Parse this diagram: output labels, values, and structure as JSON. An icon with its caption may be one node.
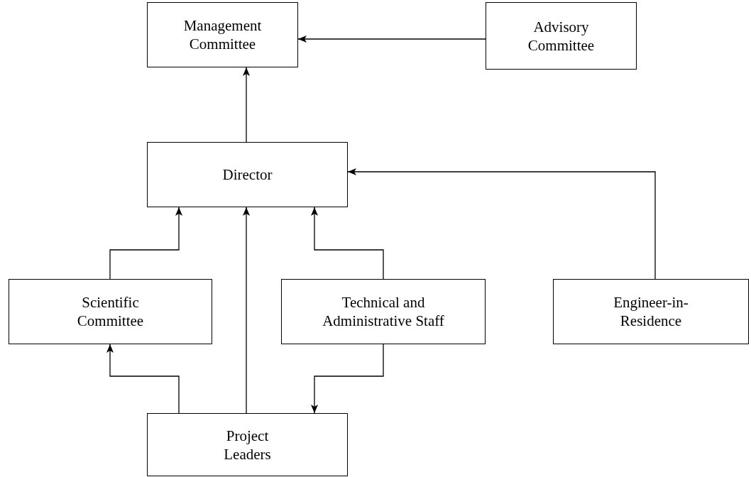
{
  "diagram": {
    "nodes": [
      {
        "text": [
          "Management Committee"
        ]
      },
      {
        "text": [
          "Advisory Committee"
        ]
      },
      {
        "text": [
          "Director"
        ]
      },
      {
        "text": [
          "Scientific Committee"
        ]
      },
      {
        "text": [
          "Technical and Administrative Staff"
        ]
      },
      {
        "text": [
          "Engineer-in-Residence"
        ]
      },
      {
        "text": [
          "Project Leaders"
        ]
      }
    ],
    "edges": [
      {
        "from": 1,
        "to": 0,
        "arrow": "to"
      },
      {
        "from": 2,
        "to": 0,
        "arrow": "to"
      },
      {
        "from": 3,
        "to": 2,
        "arrow": "to"
      },
      {
        "from": 6,
        "to": 2,
        "arrow": "to"
      },
      {
        "from": 4,
        "to": 2,
        "arrow": "to"
      },
      {
        "from": 5,
        "to": 2,
        "arrow": "to"
      },
      {
        "from": 6,
        "to": 3,
        "arrow": "to"
      },
      {
        "from": 4,
        "to": 6,
        "arrow": "to"
      }
    ]
  }
}
